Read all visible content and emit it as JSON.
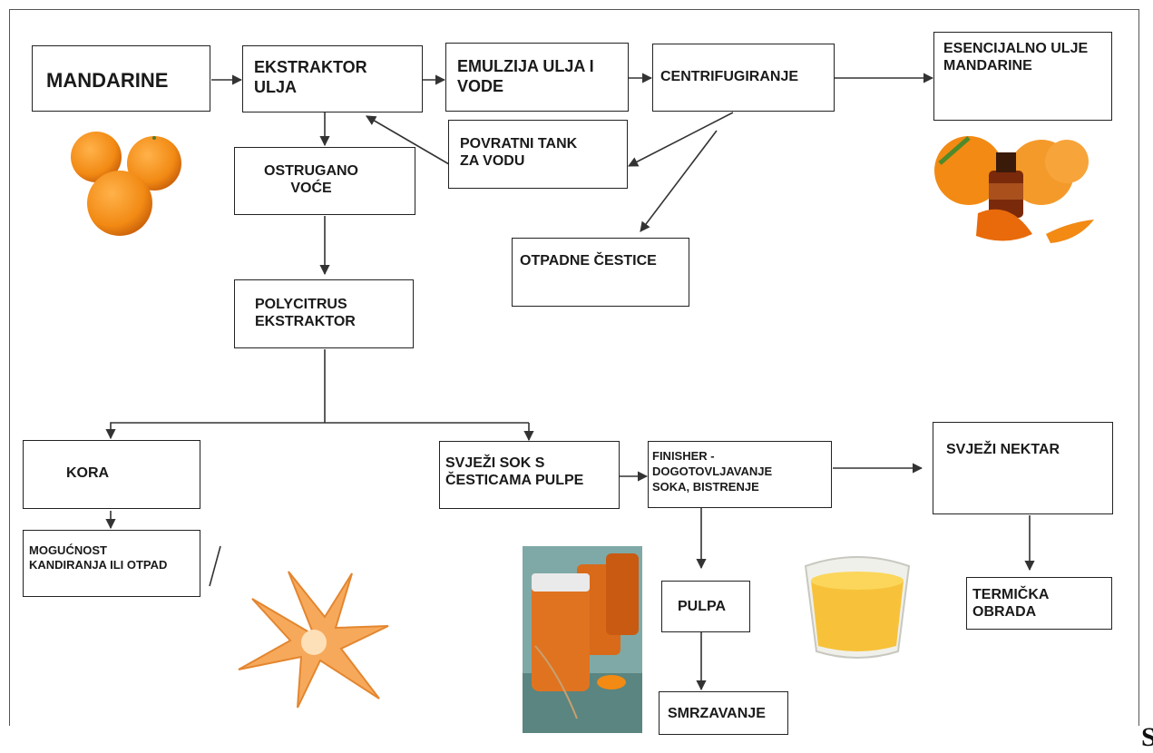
{
  "nodes": {
    "mandarine": "MANDARINE",
    "ekstraktor_ulja": "EKSTRAKTOR\nULJA",
    "emulzija": "EMULZIJA ULJA I\nVODE",
    "centrifugiranje": "CENTRIFUGIRANJE",
    "esencijalno_ulje": "ESENCIJALNO ULJE\nMANDARINE",
    "povratni_tank": "POVRATNI TANK\nZA VODU",
    "ostrugano_voce": "OSTRUGANO\nVOĆE",
    "otpadne_cestice": "OTPADNE ČESTICE",
    "polycitrus": "POLYCITRUS\nEKSTRAKTOR",
    "kora": "KORA",
    "mogucnost": "MOGUĆNOST\nKANDIRANJA ILI OTPAD",
    "svjezi_sok": "SVJEŽI SOK S\nČESTICAMA PULPE",
    "finisher": "FINISHER -\nDOGOTOVLJAVANJE\nSOKA, BISTRENJE",
    "svjezi_nektar": "SVJEŽI NEKTAR",
    "pulpa": "PULPA",
    "smrzavanje": "SMRZAVANJE",
    "termicka": "TERMIČKA\nOBRADA"
  },
  "corner_letter": "S",
  "colors": {
    "orange": "#f28a14",
    "dark_orange": "#d9680a",
    "juice": "#f7c23a",
    "line": "#333333"
  },
  "images": [
    "mandarin-fruits-image",
    "essential-oil-bottle-image",
    "dried-peel-image",
    "jam-jars-image",
    "juice-glass-image"
  ]
}
